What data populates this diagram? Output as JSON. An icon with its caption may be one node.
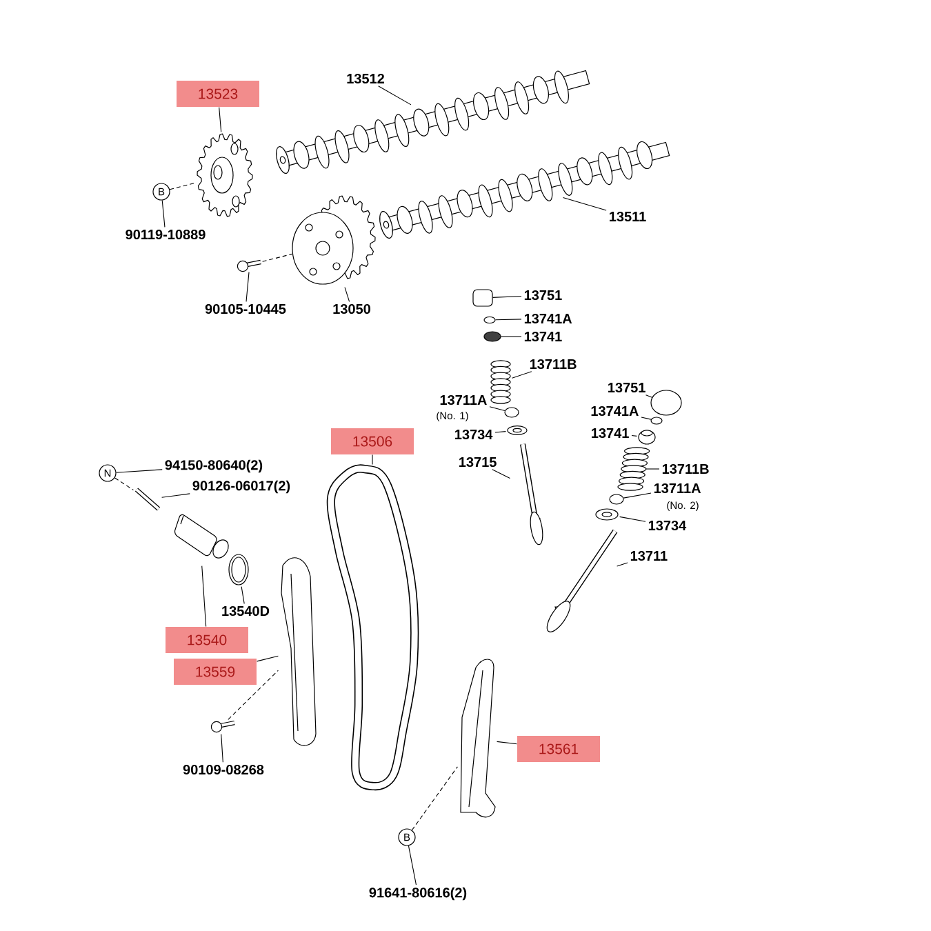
{
  "diagram": {
    "nodes": [
      {
        "text": [
          "13523"
        ]
      },
      {
        "text": [],
        "shape": "picture"
      },
      {
        "text": [
          "B"
        ]
      },
      {
        "text": [
          "90119-10889"
        ]
      },
      {
        "text": [
          "13512"
        ]
      },
      {
        "text": [],
        "shape": "picture"
      },
      {
        "text": [
          "13511"
        ]
      },
      {
        "text": [],
        "shape": "picture"
      },
      {
        "text": [],
        "shape": "picture"
      },
      {
        "text": [
          "13050"
        ]
      },
      {
        "text": [],
        "shape": "picture"
      },
      {
        "text": [
          "90105-10445"
        ]
      },
      {
        "text": [
          "13751"
        ]
      },
      {
        "text": [],
        "shape": "box"
      },
      {
        "text": [
          "13741A"
        ]
      },
      {
        "text": [],
        "shape": "circle"
      },
      {
        "text": [
          "13741"
        ]
      },
      {
        "text": [],
        "shape": "circle"
      },
      {
        "text": [
          "13711B"
        ]
      },
      {
        "text": [],
        "shape": "picture"
      },
      {
        "text": [
          "13711A"
        ],
        "beside": [
          "(No. 1)"
        ]
      },
      {
        "text": [],
        "shape": "circle"
      },
      {
        "text": [
          "13734"
        ]
      },
      {
        "text": [],
        "shape": "picture"
      },
      {
        "text": [
          "13715"
        ]
      },
      {
        "text": [],
        "shape": "picture"
      },
      {
        "text": [
          "13751"
        ]
      },
      {
        "text": [],
        "shape": "circle"
      },
      {
        "text": [
          "13741A"
        ]
      },
      {
        "text": [],
        "shape": "circle"
      },
      {
        "text": [
          "13741"
        ]
      },
      {
        "text": [],
        "shape": "picture"
      },
      {
        "text": [
          "13711B"
        ]
      },
      {
        "text": [],
        "shape": "picture"
      },
      {
        "text": [
          "13711A"
        ],
        "beside": [
          "(No. 2)"
        ]
      },
      {
        "text": [],
        "shape": "circle"
      },
      {
        "text": [
          "13734"
        ]
      },
      {
        "text": [],
        "shape": "picture"
      },
      {
        "text": [
          "13711"
        ]
      },
      {
        "text": [],
        "shape": "picture"
      },
      {
        "text": [
          "13506"
        ]
      },
      {
        "text": [],
        "shape": "picture"
      },
      {
        "text": [
          "N"
        ]
      },
      {
        "text": [
          "94150-80640(2)"
        ]
      },
      {
        "text": [
          "90126-06017(2)"
        ]
      },
      {
        "text": [],
        "shape": "picture"
      },
      {
        "text": [],
        "shape": "picture"
      },
      {
        "text": [
          "13540D"
        ]
      },
      {
        "text": [],
        "shape": "picture"
      },
      {
        "text": [
          "13540"
        ]
      },
      {
        "text": [
          "13559"
        ]
      },
      {
        "text": [],
        "shape": "picture"
      },
      {
        "text": [],
        "shape": "picture"
      },
      {
        "text": [
          "90109-08268"
        ]
      },
      {
        "text": [
          "13561"
        ]
      },
      {
        "text": [],
        "shape": "picture"
      },
      {
        "text": [
          "B"
        ]
      },
      {
        "text": [
          "91641-80616(2)"
        ]
      }
    ],
    "edges": [
      {
        "from": 0,
        "to": 1,
        "arrow": "none"
      },
      {
        "from": 2,
        "to": 1,
        "arrow": "none",
        "style": "dashed"
      },
      {
        "from": 3,
        "to": 2,
        "arrow": "none"
      },
      {
        "from": 4,
        "to": 5,
        "arrow": "none"
      },
      {
        "from": 6,
        "to": 7,
        "arrow": "none"
      },
      {
        "from": 9,
        "to": 8,
        "arrow": "none"
      },
      {
        "from": 10,
        "to": 8,
        "arrow": "none",
        "style": "dashed"
      },
      {
        "from": 11,
        "to": 10,
        "arrow": "none"
      },
      {
        "from": 12,
        "to": 13,
        "arrow": "none"
      },
      {
        "from": 14,
        "to": 15,
        "arrow": "none"
      },
      {
        "from": 16,
        "to": 17,
        "arrow": "none"
      },
      {
        "from": 18,
        "to": 19,
        "arrow": "none"
      },
      {
        "from": 20,
        "to": 21,
        "arrow": "none"
      },
      {
        "from": 22,
        "to": 23,
        "arrow": "none"
      },
      {
        "from": 24,
        "to": 25,
        "arrow": "none"
      },
      {
        "from": 26,
        "to": 27,
        "arrow": "none"
      },
      {
        "from": 28,
        "to": 29,
        "arrow": "none"
      },
      {
        "from": 30,
        "to": 31,
        "arrow": "none"
      },
      {
        "from": 32,
        "to": 33,
        "arrow": "none"
      },
      {
        "from": 34,
        "to": 35,
        "arrow": "none"
      },
      {
        "from": 36,
        "to": 37,
        "arrow": "none"
      },
      {
        "from": 38,
        "to": 39,
        "arrow": "none"
      },
      {
        "from": 40,
        "to": 41,
        "arrow": "none"
      },
      {
        "from": 43,
        "to": 42,
        "arrow": "none"
      },
      {
        "from": 42,
        "to": 45,
        "arrow": "none",
        "style": "dashed"
      },
      {
        "from": 44,
        "to": 45,
        "arrow": "none"
      },
      {
        "from": 47,
        "to": 48,
        "arrow": "none"
      },
      {
        "from": 49,
        "to": 46,
        "arrow": "none"
      },
      {
        "from": 50,
        "to": 51,
        "arrow": "none"
      },
      {
        "from": 52,
        "to": 51,
        "arrow": "none",
        "style": "dashed"
      },
      {
        "from": 53,
        "to": 52,
        "arrow": "none"
      },
      {
        "from": 54,
        "to": 55,
        "arrow": "none"
      },
      {
        "from": 56,
        "to": 55,
        "arrow": "none",
        "style": "dashed"
      },
      {
        "from": 57,
        "to": 56,
        "arrow": "none"
      }
    ]
  }
}
